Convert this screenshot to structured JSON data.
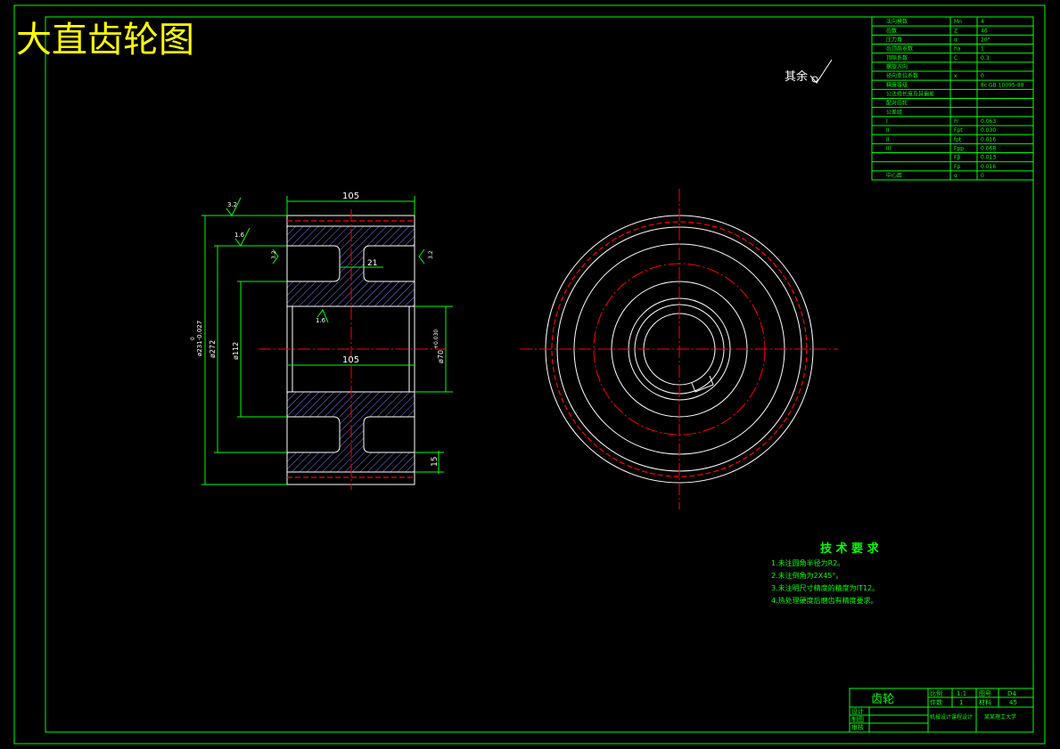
{
  "title": "大直齿轮图",
  "surface_note": "其余",
  "dims": {
    "width_top": "105",
    "width_mid": "105",
    "web": "21",
    "rim": "15",
    "d_outer": "ø231-0.027",
    "d_outer_tol": "0",
    "d_272": "ø272",
    "d_112": "ø112",
    "d_bore": "ø70",
    "d_bore_tol": "+0.030",
    "rough_1": "3.2",
    "rough_2": "1.6",
    "rough_3": "3.2",
    "rough_4": "1.6"
  },
  "params": [
    [
      "法向模数",
      "Mn",
      "4"
    ],
    [
      "齿数",
      "Z",
      "46"
    ],
    [
      "压力角",
      "α",
      "20°"
    ],
    [
      "齿顶高系数",
      "ha",
      "1"
    ],
    [
      "顶隙系数",
      "C",
      "0.3"
    ],
    [
      "螺旋方向",
      "",
      ""
    ],
    [
      "径向变位系数",
      "x",
      "0"
    ],
    [
      "精度等级",
      "",
      "8c GB 10095-88"
    ],
    [
      "公法线长度及其偏差",
      "",
      ""
    ],
    [
      "配对齿轮",
      "",
      ""
    ],
    [
      "公差组",
      "",
      ""
    ],
    [
      "I",
      "Fr",
      "0.063"
    ],
    [
      "II",
      "Fpt",
      "0.030"
    ],
    [
      "II",
      "fpt",
      "0.016"
    ],
    [
      "III",
      "Fpp",
      "0.068"
    ],
    [
      "",
      "Fβ",
      "0.013"
    ],
    [
      "",
      "Fp",
      "0.016"
    ],
    [
      "中心距",
      "α",
      "0"
    ]
  ],
  "tech": {
    "heading": "技 术 要 求",
    "items": [
      "1.未注圆角半径为R2。",
      "2.未注倒角为2X45°。",
      "3.未注明尺寸精度的精度为IT12。",
      "4.热处理硬度后磨齿有精度要求。"
    ]
  },
  "titleblock": {
    "name": "齿轮",
    "scale_label": "比例",
    "scale": "1:1",
    "sheet_label": "图号",
    "sheet": "D4",
    "qty_label": "件数",
    "qty": "1",
    "material_label": "材料",
    "material": "45",
    "design": "设计",
    "draw": "制图",
    "check": "审核",
    "course": "机械设计课程设计",
    "school": "某某理工大学"
  }
}
